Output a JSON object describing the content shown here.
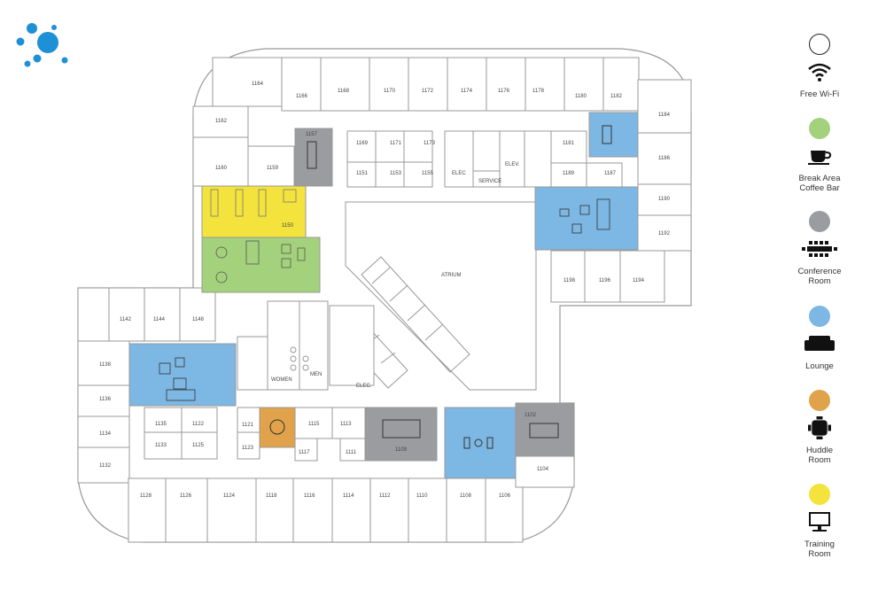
{
  "brand": {
    "accent": "#1e90d6"
  },
  "colors": {
    "wifi": "#ffffff",
    "break_area": "#a4d17c",
    "conference": "#9a9ca0",
    "lounge": "#7db7e3",
    "huddle": "#e0a24a",
    "training": "#f3e33c"
  },
  "legend": [
    {
      "key": "wifi",
      "icon": "wifi-icon",
      "label1": "Free Wi-Fi",
      "label2": ""
    },
    {
      "key": "break_area",
      "icon": "coffee-cup-icon",
      "label1": "Break Area",
      "label2": "Coffee Bar"
    },
    {
      "key": "conference",
      "icon": "conference-table-icon",
      "label1": "Conference",
      "label2": "Room"
    },
    {
      "key": "lounge",
      "icon": "sofa-icon",
      "label1": "Lounge",
      "label2": ""
    },
    {
      "key": "huddle",
      "icon": "huddle-table-icon",
      "label1": "Huddle",
      "label2": "Room"
    },
    {
      "key": "training",
      "icon": "monitor-icon",
      "label1": "Training",
      "label2": "Room"
    }
  ],
  "rooms": {
    "r1164": "1164",
    "r1166": "1166",
    "r1168": "1168",
    "r1170": "1170",
    "r1172": "1172",
    "r1174": "1174",
    "r1176": "1176",
    "r1178": "1178",
    "r1180": "1180",
    "r1182": "1182",
    "r1184": "1184",
    "r1186": "1186",
    "r1190": "1190",
    "r1192": "1192",
    "r1194": "1194",
    "r1196": "1196",
    "r1198": "1198",
    "r1162": "1162",
    "r1160": "1160",
    "r1159": "1159",
    "r1157": "1157",
    "r1169": "1169",
    "r1171": "1171",
    "r1173": "1173",
    "r1151": "1151",
    "r1153": "1153",
    "r1155": "1155",
    "r1181": "1181",
    "r1189": "1189",
    "r1187": "1187",
    "r1150": "1150",
    "r1142": "1142",
    "r1144": "1144",
    "r1148": "1148",
    "r1138": "1138",
    "r1136": "1136",
    "r1134": "1134",
    "r1132": "1132",
    "r1135": "1135",
    "r1133": "1133",
    "r1122": "1122",
    "r1125": "1125",
    "r1121": "1121",
    "r1123": "1123",
    "r1115": "1115",
    "r1113": "1113",
    "r1117": "1117",
    "r1111": "1111",
    "r1109": "1109",
    "r1102": "1102",
    "r1104": "1104",
    "r1128": "1128",
    "r1126": "1126",
    "r1124": "1124",
    "r1118": "1118",
    "r1116": "1116",
    "r1114": "1114",
    "r1112": "1112",
    "r1110": "1110",
    "r1108": "1108",
    "r1106": "1106"
  },
  "labels": {
    "elec_top": "ELEC",
    "elev": "ELEV.",
    "service": "SERVICE",
    "atrium": "ATRIUM",
    "women": "WOMEN",
    "men": "MEN",
    "elec_bottom": "ELEC."
  }
}
